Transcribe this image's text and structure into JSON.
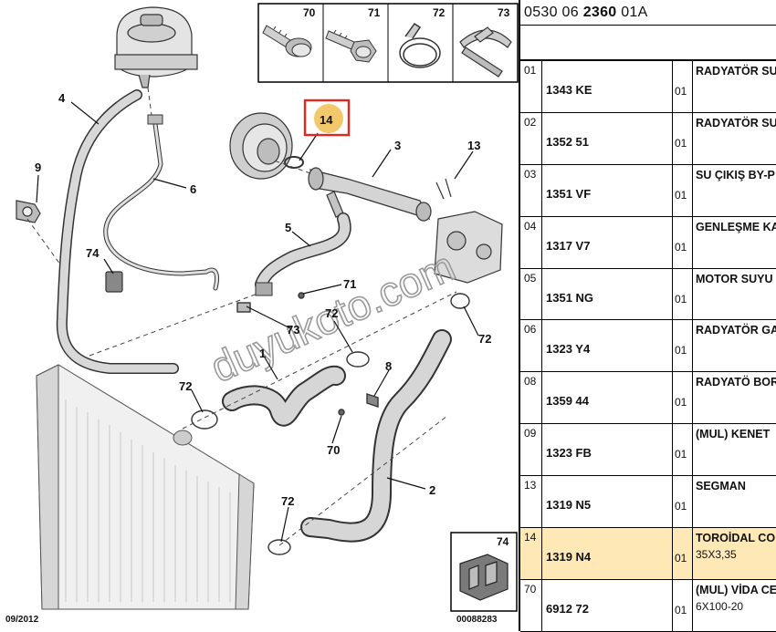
{
  "reference": {
    "prefix": "0530 06 ",
    "bold": "2360",
    "suffix": " 01A"
  },
  "thumbnails": [
    "70",
    "71",
    "72",
    "73"
  ],
  "callouts": {
    "c14": "14",
    "c3": "3",
    "c4": "4",
    "c6": "6",
    "c9": "9",
    "c13": "13",
    "c5": "5",
    "c74a": "74",
    "c71": "71",
    "c73": "73",
    "c72a": "72",
    "c72b": "72",
    "c1": "1",
    "c8": "8",
    "c72c": "72",
    "c70": "70",
    "c2": "2",
    "c72d": "72"
  },
  "inset": {
    "label": "74",
    "code": "00088283"
  },
  "footer_date": "09/2012",
  "watermark": "duyukoto.com",
  "highlight_color": "#fde8b6",
  "callout_highlight_color": "#e2271f",
  "parts": [
    {
      "idx": "01",
      "code": "1343 KE",
      "qty": "01",
      "desc": "RADYATÖR SU",
      "sub": ""
    },
    {
      "idx": "02",
      "code": "1352 51",
      "qty": "01",
      "desc": "RADYATÖR SU",
      "sub": ""
    },
    {
      "idx": "03",
      "code": "1351 VF",
      "qty": "01",
      "desc": "SU ÇIKIŞ BY-P",
      "sub": ""
    },
    {
      "idx": "04",
      "code": "1317 V7",
      "qty": "01",
      "desc": "GENLEŞME KA",
      "sub": ""
    },
    {
      "idx": "05",
      "code": "1351 NG",
      "qty": "01",
      "desc": "MOTOR SUYU",
      "sub": ""
    },
    {
      "idx": "06",
      "code": "1323 Y4",
      "qty": "01",
      "desc": "RADYATÖR GA",
      "sub": ""
    },
    {
      "idx": "08",
      "code": "1359 44",
      "qty": "01",
      "desc": "RADYATÖ BOR",
      "sub": ""
    },
    {
      "idx": "09",
      "code": "1323 FB",
      "qty": "01",
      "desc": "(MUL) KENET",
      "sub": ""
    },
    {
      "idx": "13",
      "code": "1319 N5",
      "qty": "01",
      "desc": "SEGMAN",
      "sub": ""
    },
    {
      "idx": "14",
      "code": "1319 N4",
      "qty": "01",
      "desc": "TOROİDAL CO",
      "sub": "35X3,35",
      "highlight": true
    },
    {
      "idx": "70",
      "code": "6912 72",
      "qty": "01",
      "desc": "(MUL) VİDA CE",
      "sub": "6X100-20"
    }
  ]
}
